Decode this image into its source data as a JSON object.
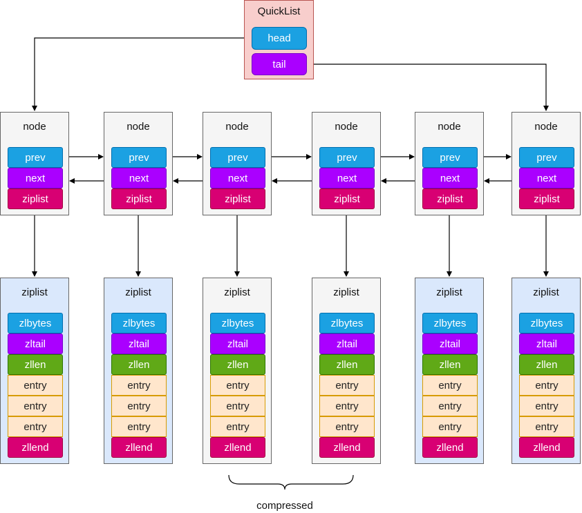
{
  "quicklist": {
    "title": "QuickList",
    "head_label": "head",
    "tail_label": "tail"
  },
  "nodes": [
    {
      "title": "node",
      "prev": "prev",
      "next": "next",
      "ziplist": "ziplist"
    },
    {
      "title": "node",
      "prev": "prev",
      "next": "next",
      "ziplist": "ziplist"
    },
    {
      "title": "node",
      "prev": "prev",
      "next": "next",
      "ziplist": "ziplist"
    },
    {
      "title": "node",
      "prev": "prev",
      "next": "next",
      "ziplist": "ziplist"
    },
    {
      "title": "node",
      "prev": "prev",
      "next": "next",
      "ziplist": "ziplist"
    },
    {
      "title": "node",
      "prev": "prev",
      "next": "next",
      "ziplist": "ziplist"
    }
  ],
  "ziplists": [
    {
      "title": "ziplist",
      "compressed": false,
      "fields": [
        "zlbytes",
        "zltail",
        "zllen",
        "entry",
        "entry",
        "entry",
        "zllend"
      ]
    },
    {
      "title": "ziplist",
      "compressed": false,
      "fields": [
        "zlbytes",
        "zltail",
        "zllen",
        "entry",
        "entry",
        "entry",
        "zllend"
      ]
    },
    {
      "title": "ziplist",
      "compressed": true,
      "fields": [
        "zlbytes",
        "zltail",
        "zllen",
        "entry",
        "entry",
        "entry",
        "zllend"
      ]
    },
    {
      "title": "ziplist",
      "compressed": true,
      "fields": [
        "zlbytes",
        "zltail",
        "zllen",
        "entry",
        "entry",
        "entry",
        "zllend"
      ]
    },
    {
      "title": "ziplist",
      "compressed": false,
      "fields": [
        "zlbytes",
        "zltail",
        "zllen",
        "entry",
        "entry",
        "entry",
        "zllend"
      ]
    },
    {
      "title": "ziplist",
      "compressed": false,
      "fields": [
        "zlbytes",
        "zltail",
        "zllen",
        "entry",
        "entry",
        "entry",
        "zllend"
      ]
    }
  ],
  "compressed_label": "compressed",
  "colors": {
    "quicklist_fill": "#f8cecc",
    "quicklist_border": "#b85450",
    "node_fill": "#f5f5f5",
    "ziplist_fill": "#dae8fc",
    "ziplist_compressed_fill": "#f5f5f5",
    "blue": "#1ba1e2",
    "purple": "#aa00ff",
    "magenta": "#d80073",
    "green": "#60a917",
    "entry_fill": "#ffe6cc",
    "entry_border": "#d79b00"
  }
}
